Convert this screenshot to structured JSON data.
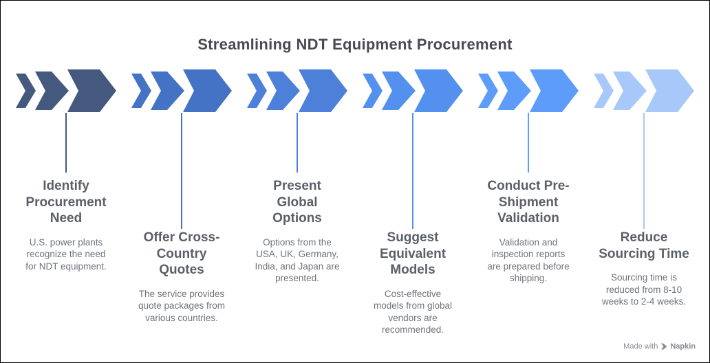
{
  "title": "Streamlining NDT Equipment Procurement",
  "colors": {
    "background": "#FFFFFF",
    "border": "#000000",
    "title_text": "#474B51",
    "step_heading": "#5A5F68",
    "step_body": "#6E737B",
    "watermark": "#868B93",
    "step_colors": [
      "#44597D",
      "#4472C4",
      "#4C80D9",
      "#5490EE",
      "#5E9CFA",
      "#A9C8FA"
    ]
  },
  "steps": [
    {
      "title_lines": [
        "Identify",
        "Procurement",
        "Need"
      ],
      "body_lines": [
        "U.S. power plants",
        "recognize the need",
        "for NDT equipment."
      ],
      "color": "#44597D",
      "connector": "short"
    },
    {
      "title_lines": [
        "Offer Cross-",
        "Country",
        "Quotes"
      ],
      "body_lines": [
        "The service provides",
        "quote packages from",
        "various countries."
      ],
      "color": "#4472C4",
      "connector": "long"
    },
    {
      "title_lines": [
        "Present",
        "Global",
        "Options"
      ],
      "body_lines": [
        "Options from the",
        "USA, UK, Germany,",
        "India, and Japan are",
        "presented."
      ],
      "color": "#4C80D9",
      "connector": "short"
    },
    {
      "title_lines": [
        "Suggest",
        "Equivalent",
        "Models"
      ],
      "body_lines": [
        "Cost-effective",
        "models from global",
        "vendors are",
        "recommended."
      ],
      "color": "#5490EE",
      "connector": "long"
    },
    {
      "title_lines": [
        "Conduct Pre-",
        "Shipment",
        "Validation"
      ],
      "body_lines": [
        "Validation and",
        "inspection reports",
        "are prepared before",
        "shipping."
      ],
      "color": "#5E9CFA",
      "connector": "short"
    },
    {
      "title_lines": [
        "Reduce",
        "Sourcing Time"
      ],
      "body_lines": [
        "Sourcing time is",
        "reduced from 8-10",
        "weeks to 2-4 weeks."
      ],
      "color": "#A9C8FA",
      "connector": "long"
    }
  ],
  "watermark": {
    "prefix": "Made with",
    "brand": "Napkin"
  }
}
